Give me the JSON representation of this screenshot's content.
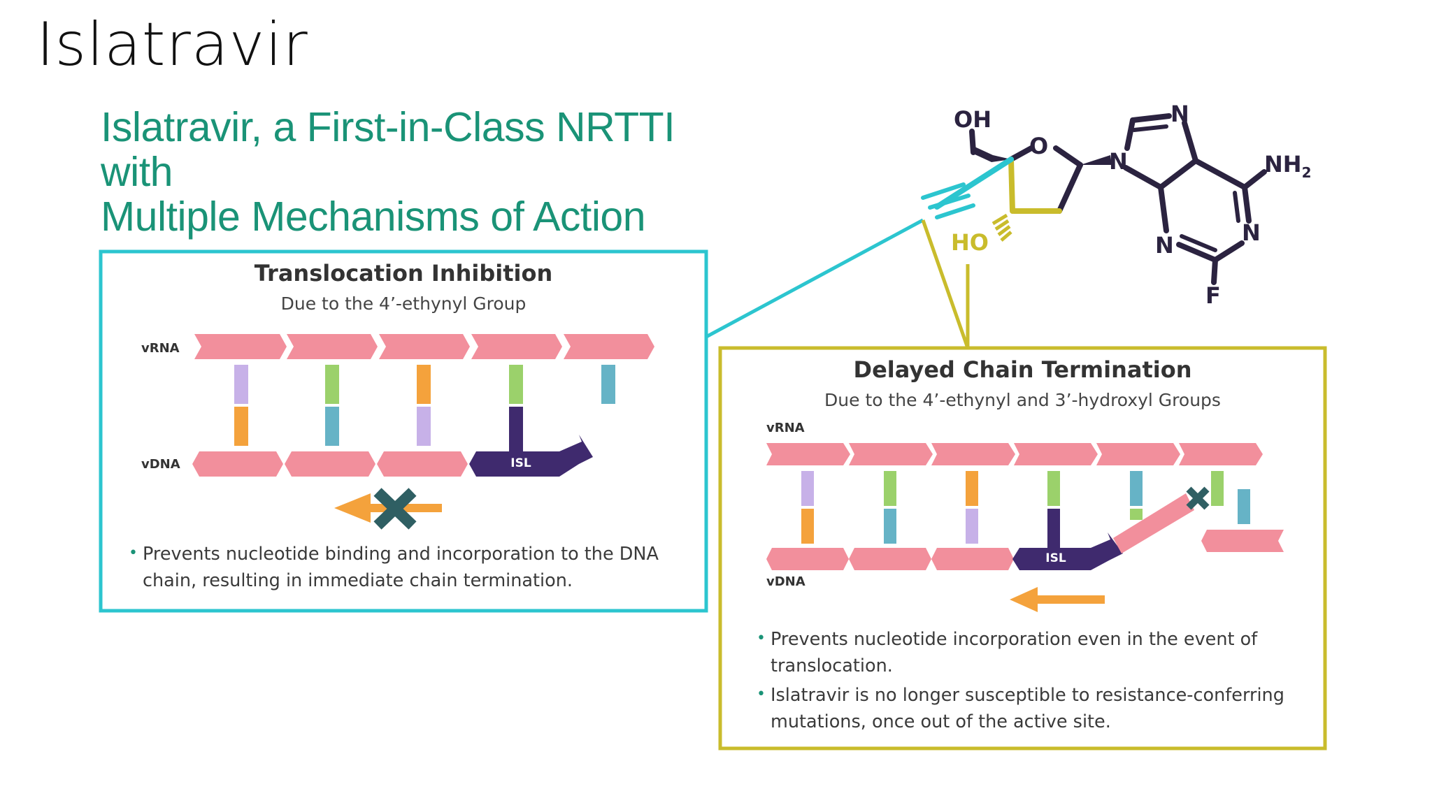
{
  "slide_title": "Islatravir",
  "headline": {
    "line1": "Islatravir, a First-in-Class NRTTI with",
    "line2": "Multiple Mechanisms of Action"
  },
  "colors": {
    "headline": "#1a9377",
    "translocation_border": "#2cc5cf",
    "delayed_border": "#c9bc2c",
    "strand_pink": "#f28f9c",
    "isl_purple": "#3f2a6e",
    "arrow_orange": "#f4a23c",
    "x_mark": "#2f5f63"
  },
  "molecule": {
    "atoms": {
      "oh": "OH",
      "o_ring": "O",
      "n1": "N",
      "n2": "N",
      "nh2": "NH",
      "nh2_sub": "2",
      "n3": "N",
      "n4": "N",
      "f": "F",
      "ho": "HO"
    }
  },
  "translocation": {
    "title": "Translocation Inhibition",
    "subtitle": "Due to the 4’-ethynyl Group",
    "rna_label": "vRNA",
    "dna_label": "vDNA",
    "isl_label": "ISL",
    "bullets": [
      "Prevents nucleotide binding and incorporation to the DNA chain, resulting in immediate chain termination."
    ]
  },
  "delayed": {
    "title": "Delayed Chain Termination",
    "subtitle": "Due to the 4’-ethynyl and 3’-hydroxyl Groups",
    "rna_label": "vRNA",
    "dna_label": "vDNA",
    "isl_label": "ISL",
    "bullets": [
      "Prevents nucleotide incorporation even in the event of translocation.",
      "Islatravir is no longer susceptible to resistance-conferring mutations, once out of the active site."
    ]
  }
}
